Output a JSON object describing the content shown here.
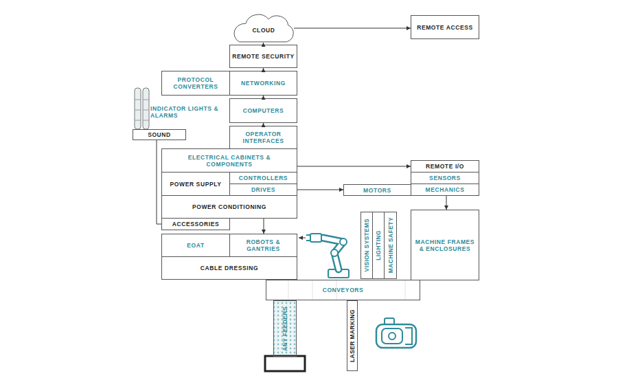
{
  "diagram": {
    "nodes": [
      {
        "text": [
          "CLOUD"
        ]
      },
      {
        "text": [
          "REMOTE ACCESS"
        ]
      },
      {
        "text": [
          "REMOTE SECURITY"
        ]
      },
      {
        "text": [
          "PROTOCOL CONVERTERS"
        ]
      },
      {
        "text": [
          "NETWORKING"
        ]
      },
      {
        "text": [
          "COMPUTERS"
        ]
      },
      {
        "text": [
          "SOUND"
        ]
      },
      {
        "text": [
          "OPERATOR INTERFACES"
        ]
      },
      {
        "text": [
          "ELECTRICAL CABINETS & COMPONENTS"
        ]
      },
      {
        "text": [
          "REMOTE I/O"
        ]
      },
      {
        "text": [
          "POWER SUPPLY"
        ]
      },
      {
        "text": [
          "CONTROLLERS"
        ]
      },
      {
        "text": [
          "SENSORS"
        ]
      },
      {
        "text": [
          "DRIVES"
        ]
      },
      {
        "text": [
          "MOTORS"
        ]
      },
      {
        "text": [
          "MECHANICS"
        ]
      },
      {
        "text": [
          "POWER CONDITIONING"
        ]
      },
      {
        "text": [
          "ACCESSORIES"
        ]
      },
      {
        "text": [
          "MACHINE FRAMES & ENCLOSURES"
        ]
      },
      {
        "text": [
          "VISION SYSTEMS"
        ]
      },
      {
        "text": [
          "LIGHTING"
        ]
      },
      {
        "text": [
          "MACHINE SAFETY"
        ]
      },
      {
        "text": [
          "EOAT"
        ]
      },
      {
        "text": [
          "ROBOTS & GANTRIES"
        ]
      },
      {
        "text": [
          "CABLE DRESSING"
        ]
      },
      {
        "text": [
          "CONVEYORS"
        ]
      },
      {
        "text": [
          "ANY FEEDERS"
        ]
      },
      {
        "text": [
          "LASER MARKING"
        ]
      }
    ],
    "edges": [
      {
        "from": 0,
        "to": 1,
        "arrow": "to"
      },
      {
        "from": 2,
        "to": 0,
        "arrow": "to"
      },
      {
        "from": 4,
        "to": 2,
        "arrow": "to"
      },
      {
        "from": 5,
        "to": 4,
        "arrow": "to"
      },
      {
        "from": 7,
        "to": 5,
        "arrow": "to"
      },
      {
        "from": 8,
        "to": 9,
        "arrow": "to"
      },
      {
        "from": 13,
        "to": 14,
        "arrow": "to"
      },
      {
        "from": 15,
        "to": 18,
        "arrow": "to"
      },
      {
        "from": 16,
        "to": 23,
        "arrow": "to"
      },
      {
        "from": 6,
        "to": 17,
        "arrow": "none"
      }
    ],
    "labels": [
      "INDICATOR LIGHTS & ALARMS"
    ]
  }
}
